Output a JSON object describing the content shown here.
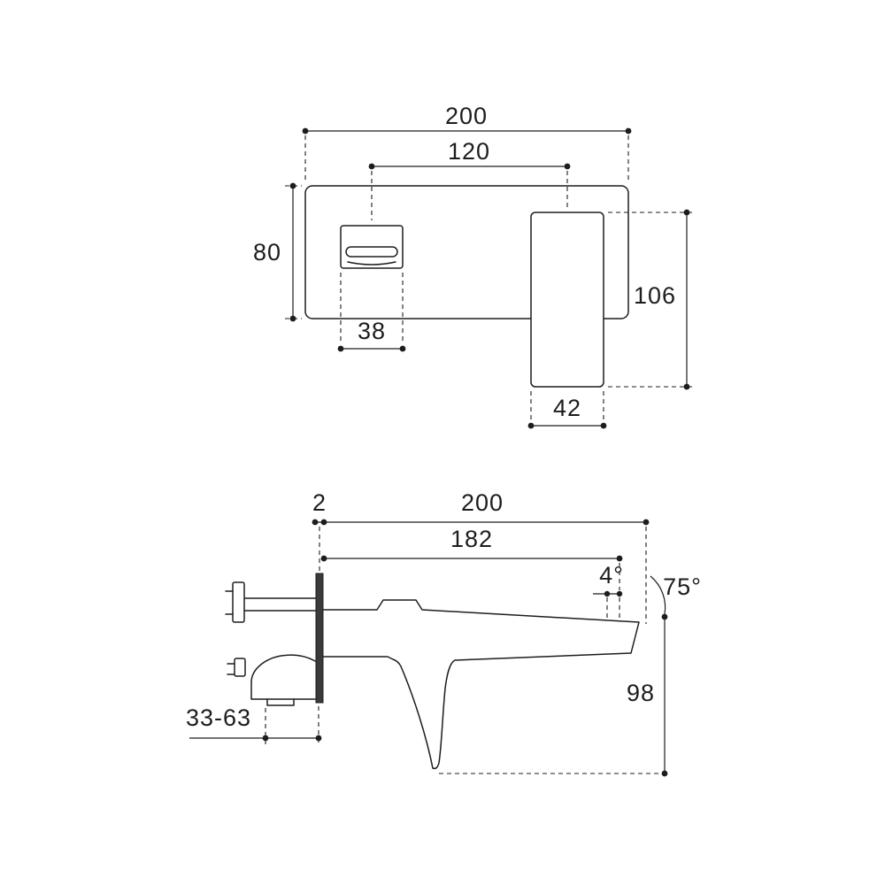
{
  "colors": {
    "line": "#1d1d1d",
    "background": "#ffffff",
    "wall_plate_fill": "#3a3a3a"
  },
  "front_view": {
    "labels": {
      "total_width": "200",
      "centre_distance": "120",
      "plate_height": "80",
      "handle_width": "38",
      "spout_height": "106",
      "spout_width": "42"
    }
  },
  "side_view": {
    "labels": {
      "plate_thickness": "2",
      "total_reach": "200",
      "spout_reach": "182",
      "spout_angle": "4°",
      "outlet_angle": "75°",
      "outlet_drop": "98",
      "wall_depth_range": "33-63"
    }
  }
}
